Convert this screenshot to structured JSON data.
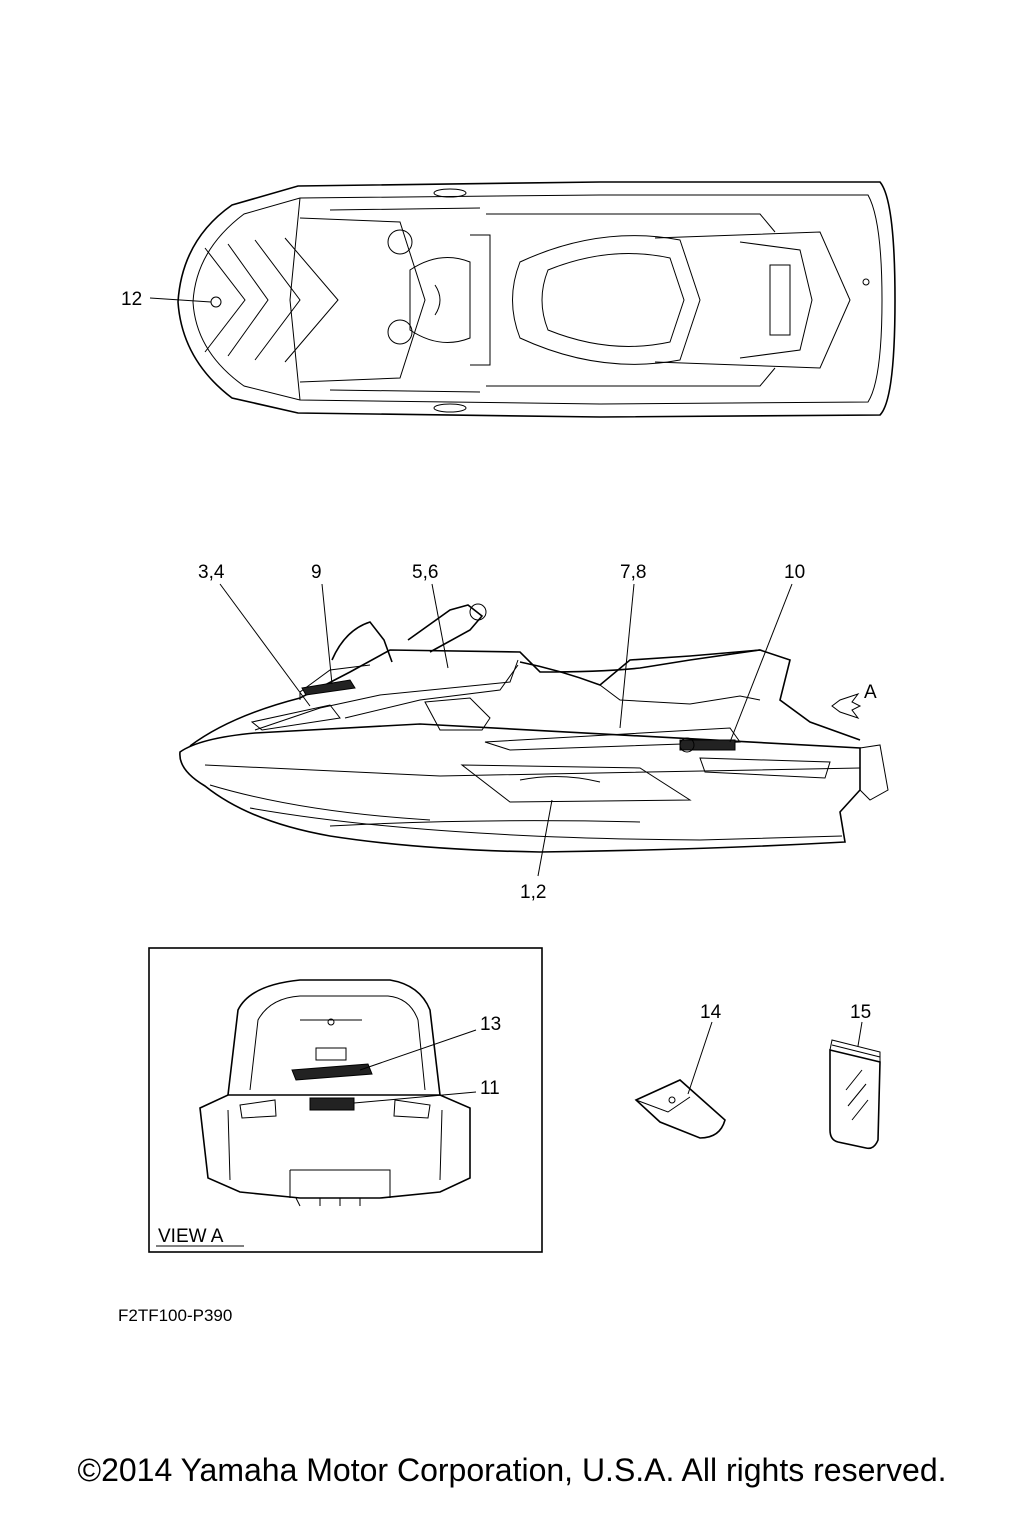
{
  "callouts": {
    "c12": "12",
    "c34": "3,4",
    "c9": "9",
    "c56": "5,6",
    "c78": "7,8",
    "c10": "10",
    "c12b": "1,2",
    "c13": "13",
    "c11": "11",
    "c14": "14",
    "c15": "15"
  },
  "view_arrow_label": "A",
  "view_box_label": "VIEW A",
  "drawing_code": "F2TF100-P390",
  "copyright": "©2014 Yamaha Motor Corporation, U.S.A. All rights reserved."
}
